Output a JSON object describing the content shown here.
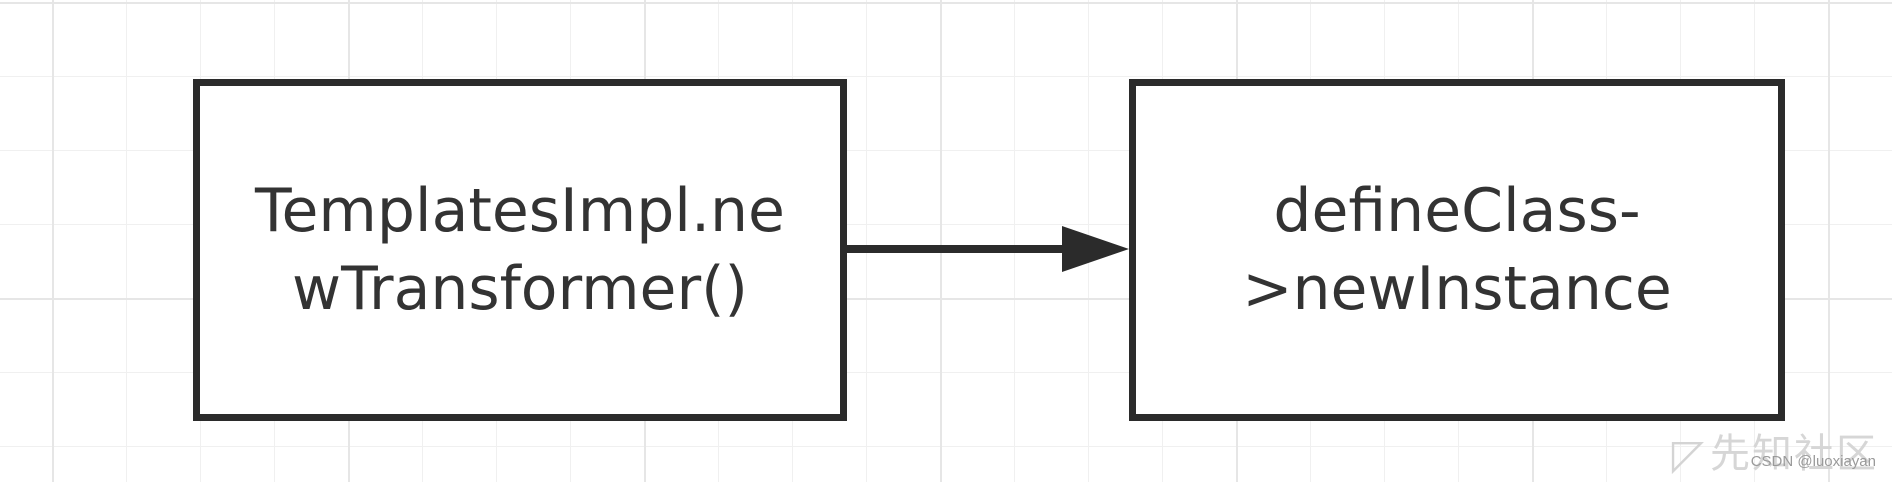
{
  "diagram": {
    "nodes": [
      {
        "id": "a",
        "label": "TemplatesImpl.ne\nwTransformer()"
      },
      {
        "id": "b",
        "label": "defineClass-\n>newInstance"
      }
    ],
    "edges": [
      {
        "from": "a",
        "to": "b"
      }
    ]
  },
  "watermark": {
    "site": "先知社区",
    "credit": "CSDN @luoxiayan"
  },
  "colors": {
    "stroke": "#2b2b2b",
    "text": "#333333",
    "grid": "#e6e6e6"
  }
}
